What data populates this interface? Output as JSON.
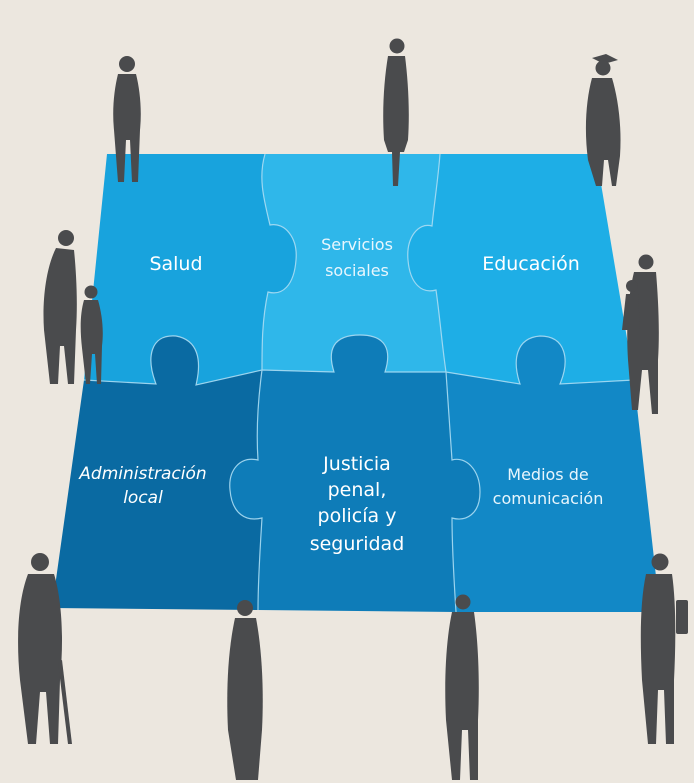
{
  "pieces": {
    "salud": "Salud",
    "servicios": [
      "Servicios",
      "sociales"
    ],
    "educacion": "Educación",
    "administracion": [
      "Administración",
      "local"
    ],
    "justicia": [
      "Justicia",
      "penal,",
      "policía y",
      "seguridad"
    ],
    "medios": [
      "Medios de",
      "comunicación"
    ]
  },
  "colors": {
    "background": "#ece7df",
    "top_left": "#18a3dd",
    "top_middle": "#2fb7ea",
    "top_right": "#1eaee6",
    "bottom_left": "#0a6aa2",
    "bottom_middle": "#0e7cb8",
    "bottom_right": "#1288c6",
    "silhouette": "#4a4b4d"
  }
}
